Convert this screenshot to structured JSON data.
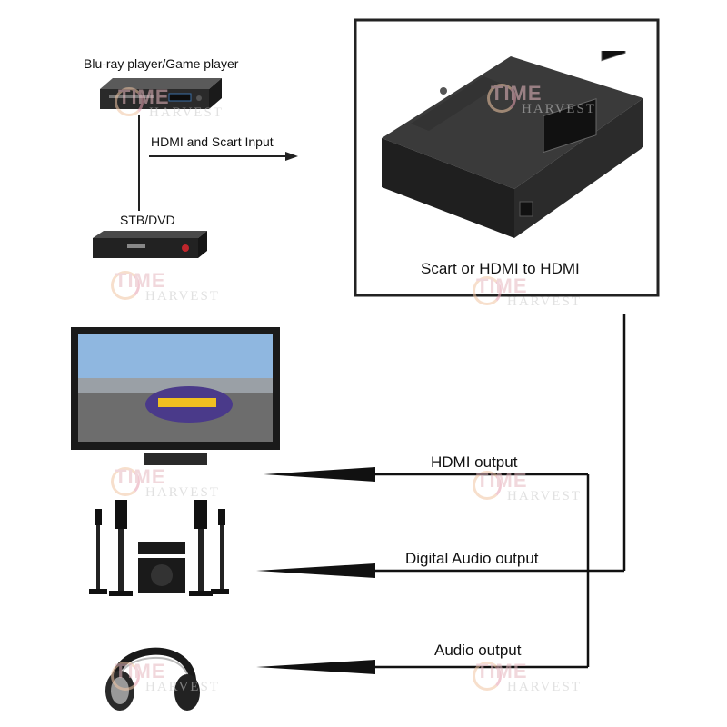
{
  "source": {
    "player_label": "Blu-ray player/Game player",
    "stb_label": "STB/DVD",
    "input_label": "HDMI and Scart Input"
  },
  "converter": {
    "caption": "Scart or HDMI to HDMI"
  },
  "outputs": [
    {
      "label": "HDMI output",
      "device": "tv-icon"
    },
    {
      "label": "Digital Audio output",
      "device": "speaker-system-icon"
    },
    {
      "label": "Audio output",
      "device": "headphones-icon"
    }
  ],
  "watermark": {
    "logo": "TIME",
    "sub": "HARVEST"
  },
  "colors": {
    "line": "#111111",
    "device_dark": "#1e1e1e",
    "frame": "#222222",
    "watermark_pink": "#e7b9c0",
    "watermark_grey": "#c9c9c9"
  }
}
